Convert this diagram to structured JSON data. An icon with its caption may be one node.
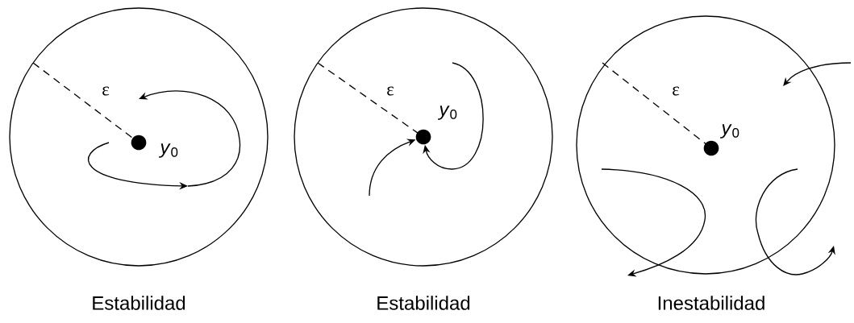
{
  "diagram": {
    "nodes": [
      {
        "text": [],
        "shape": "circle",
        "beside": [
          "Estabilidad"
        ]
      },
      {
        "text": [],
        "shape": "circle",
        "in": 0,
        "beside": [
          "*y*$_{0}$"
        ]
      },
      {
        "text": [],
        "shape": "circle",
        "beside": [
          "Estabilidad"
        ]
      },
      {
        "text": [],
        "shape": "circle",
        "in": 2,
        "beside": [
          "*y*$_{0}$"
        ]
      },
      {
        "text": [],
        "shape": "circle",
        "beside": [
          "Inestabilidad"
        ]
      },
      {
        "text": [],
        "shape": "circle",
        "in": 4,
        "beside": [
          "*y*$_{0}$"
        ]
      }
    ],
    "edges": [
      {
        "from": null,
        "to": 3,
        "arrow": "to"
      },
      {
        "from": null,
        "to": 3,
        "arrow": "to"
      }
    ],
    "labels": [
      "ε",
      "ε",
      "ε"
    ]
  }
}
